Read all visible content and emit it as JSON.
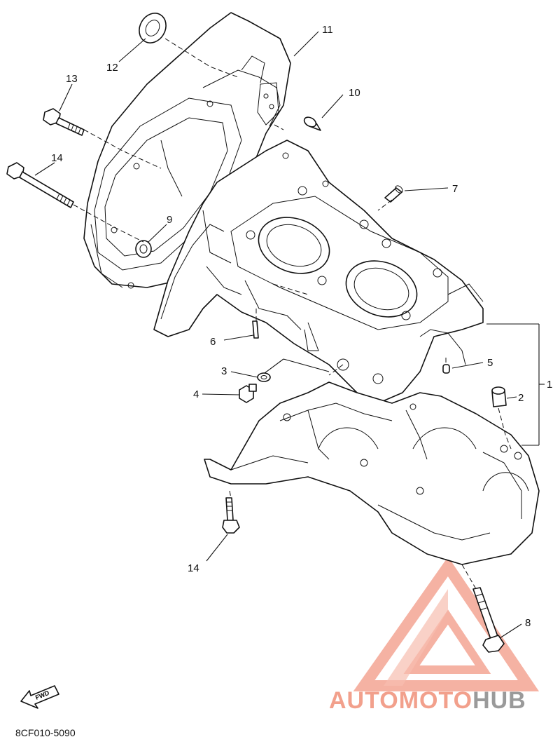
{
  "diagram_code": "8CF010-5090",
  "fwd_label": "FWD",
  "watermark": {
    "part1": "AUTOMOTO",
    "part2": "HUB",
    "color_accent": "#f2a08c",
    "color_dark": "#9a9a9a"
  },
  "callouts": [
    {
      "id": "c1",
      "label": "1"
    },
    {
      "id": "c2",
      "label": "2"
    },
    {
      "id": "c3",
      "label": "3"
    },
    {
      "id": "c4",
      "label": "4"
    },
    {
      "id": "c5",
      "label": "5"
    },
    {
      "id": "c6",
      "label": "6"
    },
    {
      "id": "c7",
      "label": "7"
    },
    {
      "id": "c8",
      "label": "8"
    },
    {
      "id": "c9",
      "label": "9"
    },
    {
      "id": "c10",
      "label": "10"
    },
    {
      "id": "c11",
      "label": "11"
    },
    {
      "id": "c12",
      "label": "12"
    },
    {
      "id": "c13",
      "label": "13"
    },
    {
      "id": "c14a",
      "label": "14"
    },
    {
      "id": "c14b",
      "label": "14"
    }
  ]
}
